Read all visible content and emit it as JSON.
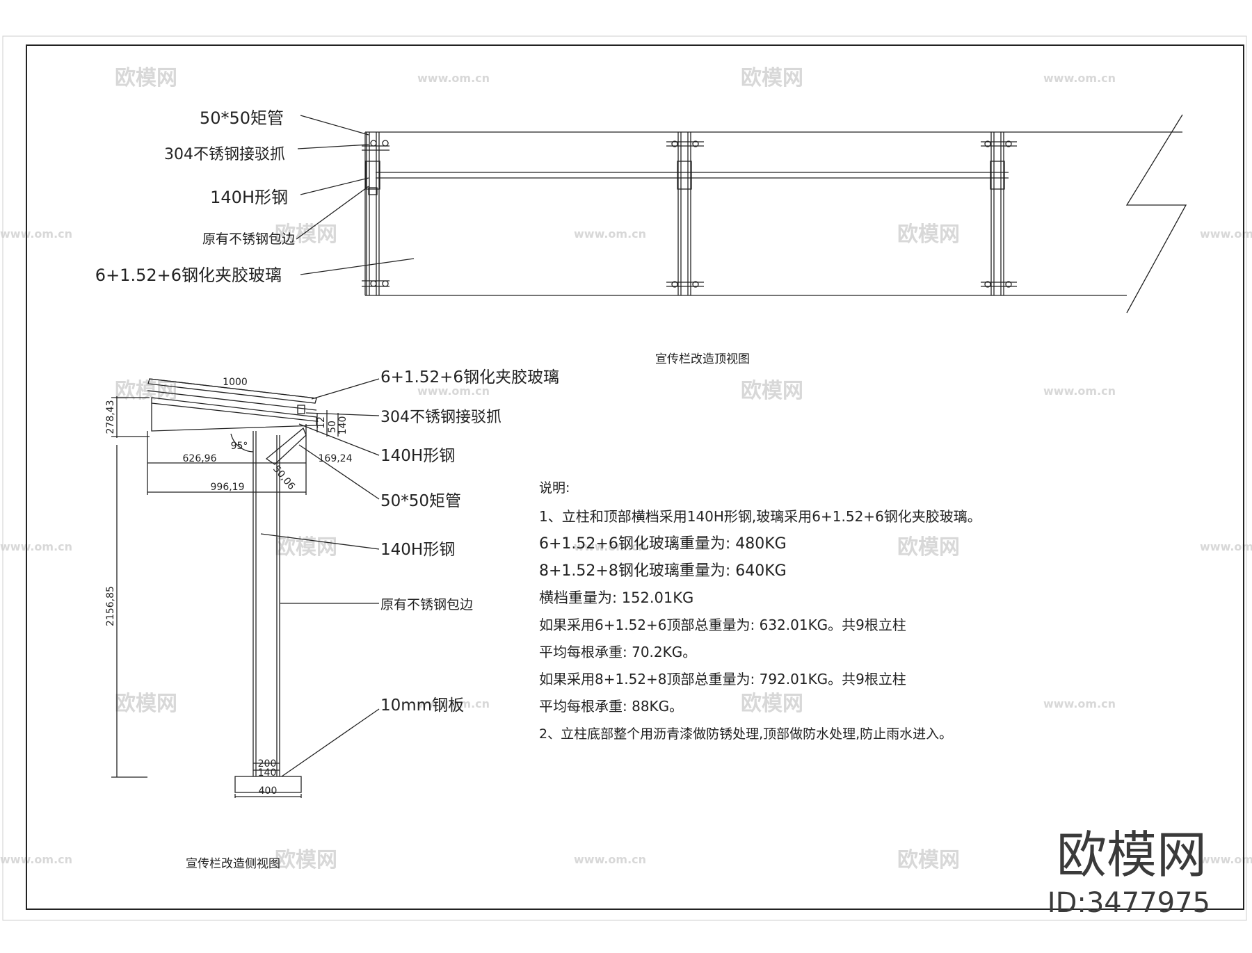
{
  "top_view": {
    "title": "宣传栏改造顶视图",
    "labels": {
      "tube": "50*50矩管",
      "clamp": "304不锈钢接驳抓",
      "hbeam": "140H形钢",
      "edge": "原有不锈钢包边",
      "glass": "6+1.52+6钢化夹胶玻璃"
    }
  },
  "side_view": {
    "title": "宣传栏改造侧视图",
    "labels": {
      "glass": "6+1.52+6钢化夹胶玻璃",
      "clamp": "304不锈钢接驳抓",
      "hbeam_top": "140H形钢",
      "tube": "50*50矩管",
      "hbeam_post": "140H形钢",
      "edge": "原有不锈钢包边",
      "plate": "10mm钢板"
    },
    "dims": {
      "d1000": "1000",
      "d278": "278,43",
      "d626": "626,96",
      "d169": "169,24",
      "d996": "996,19",
      "d5006": "50,06",
      "d2156": "2156,85",
      "d200": "200",
      "d140b": "140",
      "d400": "400",
      "d12": "12",
      "d50": "50",
      "d140a": "140",
      "angle": "95°"
    }
  },
  "notes": {
    "heading": "说明:",
    "lines": [
      "1、立柱和顶部横档采用140H形钢,玻璃采用6+1.52+6钢化夹胶玻璃。",
      "6+1.52+6钢化玻璃重量为: 480KG",
      "8+1.52+8钢化玻璃重量为: 640KG",
      "横档重量为: 152.01KG",
      "如果采用6+1.52+6顶部总重量为: 632.01KG。共9根立柱",
      "平均每根承重: 70.2KG。",
      "如果采用8+1.52+8顶部总重量为: 792.01KG。共9根立柱",
      "平均每根承重: 88KG。",
      "2、立柱底部整个用沥青漆做防锈处理,顶部做防水处理,防止雨水进入。"
    ]
  },
  "watermark": {
    "brand": "欧模网",
    "url": "www.om.cn",
    "id": "ID:3477975"
  }
}
